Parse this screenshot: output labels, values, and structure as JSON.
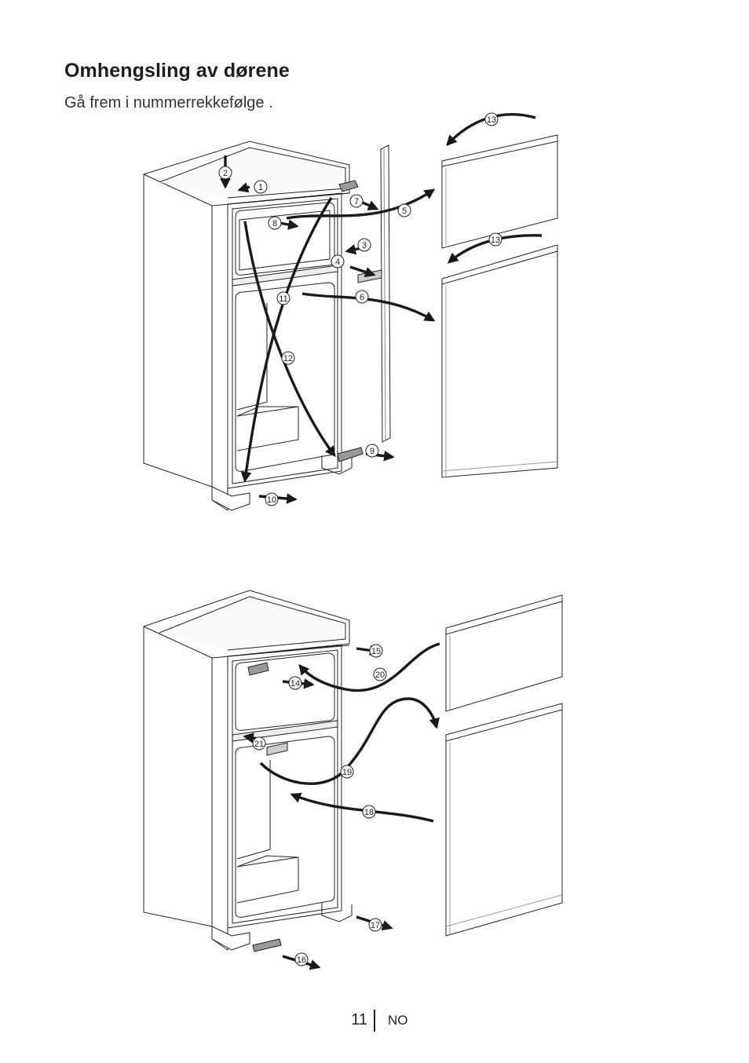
{
  "page": {
    "title": "Omhengsling av dørene",
    "subtitle": "Gå frem i nummerrekkefølge ."
  },
  "figure_top": {
    "step_numbers": [
      "1",
      "2",
      "3",
      "4",
      "5",
      "6",
      "7",
      "8",
      "9",
      "10",
      "11",
      "12",
      "13",
      "13"
    ]
  },
  "figure_bottom": {
    "step_numbers": [
      "14",
      "15",
      "16",
      "17",
      "18",
      "19",
      "20",
      "21"
    ]
  },
  "footer": {
    "page_number": "11",
    "language": "NO"
  }
}
